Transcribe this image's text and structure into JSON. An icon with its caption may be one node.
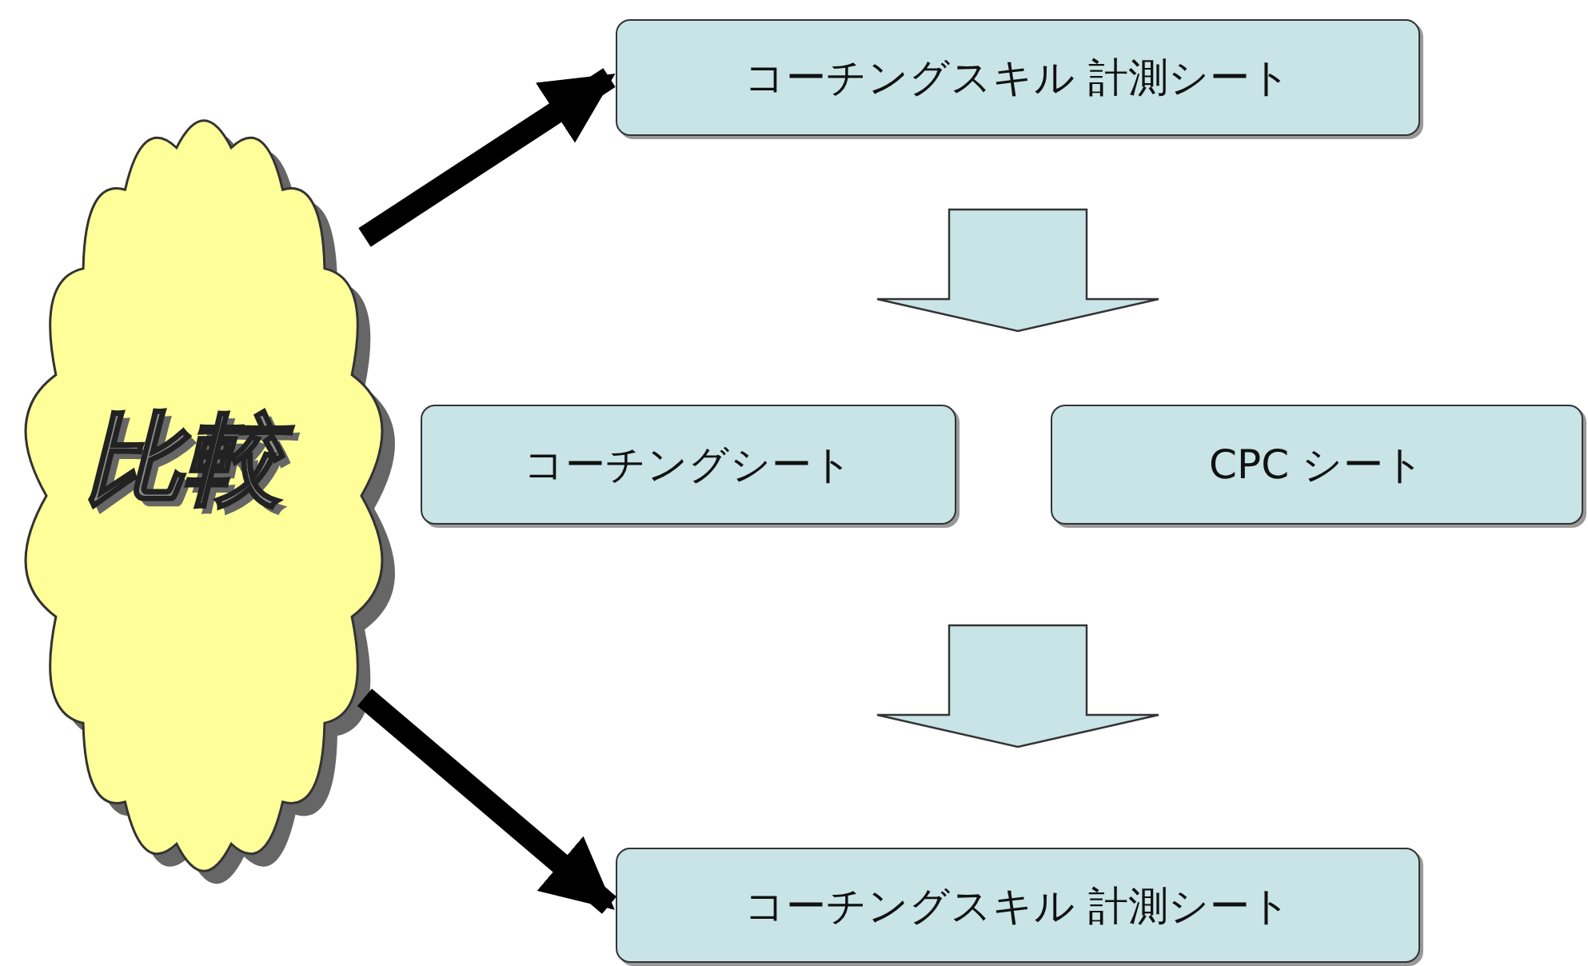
{
  "diagram": {
    "nodes": [
      {
        "text": [
          "比較"
        ]
      },
      {
        "text": [
          "コーチングスキル 計測シート"
        ]
      },
      {
        "text": [
          "コーチングシート"
        ]
      },
      {
        "text": [
          "CPC シート"
        ]
      },
      {
        "text": [
          "コーチングスキル 計測シート"
        ]
      }
    ],
    "edges": [
      {
        "from": 0,
        "to": 1,
        "arrow": "to"
      },
      {
        "from": 0,
        "to": 4,
        "arrow": "to"
      },
      {
        "from": 1,
        "to": 2,
        "arrow": "to"
      },
      {
        "from": 1,
        "to": 3,
        "arrow": "to"
      },
      {
        "from": 2,
        "to": 4,
        "arrow": "to"
      },
      {
        "from": 3,
        "to": 4,
        "arrow": "to"
      }
    ]
  }
}
